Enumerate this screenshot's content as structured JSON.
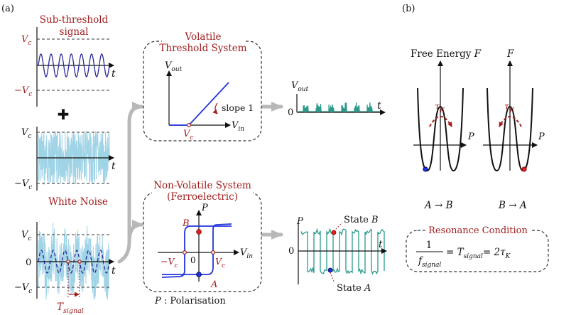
{
  "panel_a": {
    "label": "(a)",
    "signal": {
      "title_line1": "Sub-threshold",
      "title_line2": "signal",
      "vc": "V",
      "vc_sub": "c",
      "minus_vc": "−V",
      "t": "t"
    },
    "plus_symbol": "✚",
    "noise": {
      "title": "White Noise",
      "vc": "V",
      "vc_sub": "c",
      "minus_vc": "−V",
      "t": "t"
    },
    "sum": {
      "vc": "V",
      "minus_vc": "−V",
      "zero": "0",
      "t": "t",
      "period": "T",
      "period_sub": "signal"
    },
    "volatile": {
      "title_line1": "Volatile",
      "title_line2": "Threshold System",
      "y_axis": "V",
      "y_sub": "out",
      "x_axis": "V",
      "x_sub": "in",
      "vc_label": "V",
      "slope": "slope 1"
    },
    "volatile_output": {
      "y_axis": "V",
      "y_sub": "out",
      "zero": "0",
      "t": "t"
    },
    "nonvolatile": {
      "title_line1": "Non-Volatile System",
      "title_line2": "(Ferroelectric)",
      "y_axis": "P",
      "x_axis": "V",
      "x_sub": "in",
      "point_b": "B",
      "point_a": "A",
      "zero": "0",
      "minus_vc": "−V",
      "vc": "V",
      "c_sub": "c",
      "caption_p": "P",
      "caption_rest": " :   Polarisation"
    },
    "nonvolatile_output": {
      "y_axis": "P",
      "zero": "0",
      "t": "t",
      "state_b": "State ",
      "state_b_letter": "B",
      "state_a": "State ",
      "state_a_letter": "A"
    }
  },
  "panel_b": {
    "label": "(b)",
    "free_energy": "Free Energy ",
    "free_energy_f": "F",
    "f_right": "F",
    "p_axis": "P",
    "tau": "τ",
    "tau_sub": "K",
    "left_caption": "A → B",
    "right_caption": "B → A",
    "resonance": {
      "title": "Resonance Condition",
      "numerator": "1",
      "f": "f",
      "f_sub": "signal",
      "eq1": "= T",
      "t_sub": "signal",
      "eq2": "= 2τ",
      "tau_sub": "K"
    }
  },
  "colors": {
    "signal_blue": "#27279a",
    "noise_cyan": "#9fd3e6",
    "output_teal": "#2a9a8a",
    "dark_red": "#a11d1d",
    "line_blue": "#2233dd"
  }
}
